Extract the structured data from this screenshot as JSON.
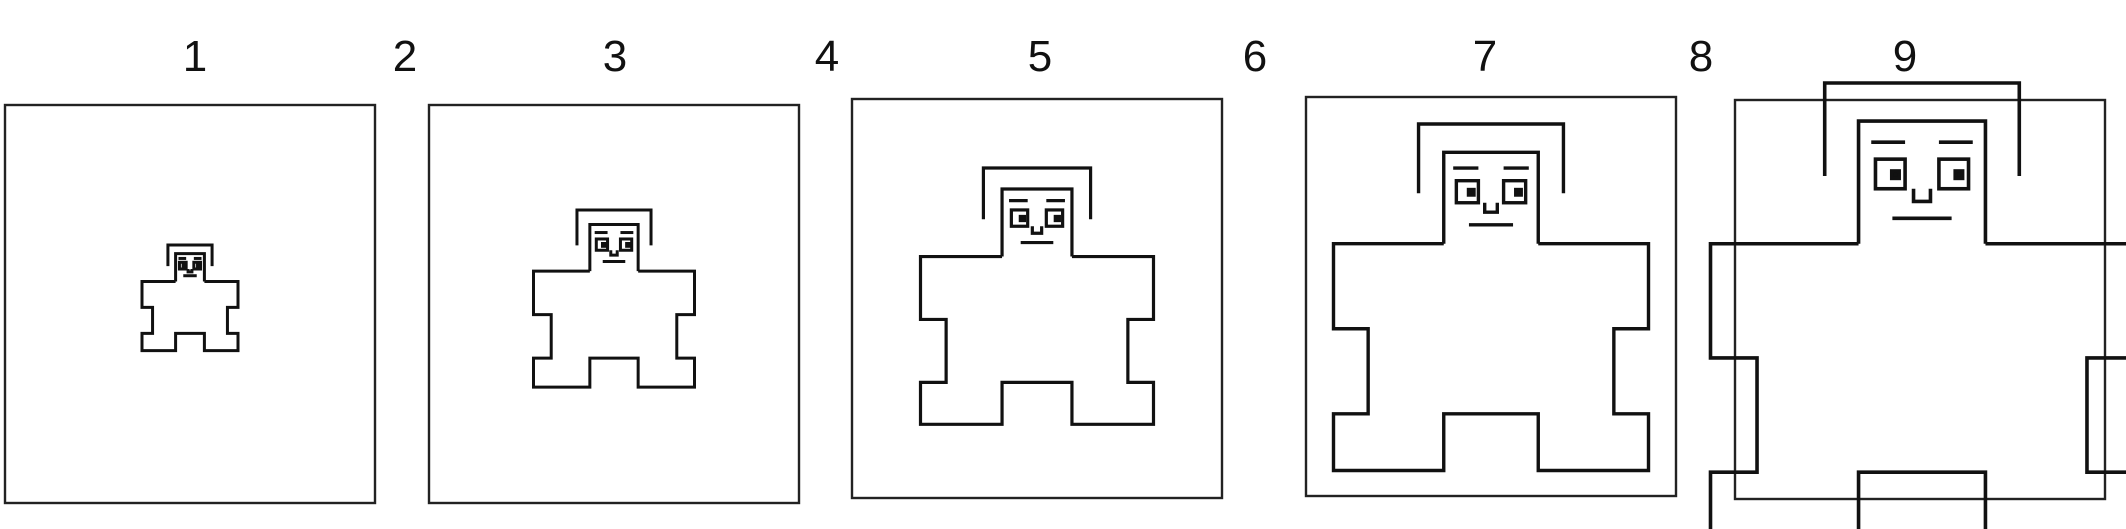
{
  "labels": [
    "1",
    "2",
    "3",
    "4",
    "5",
    "6",
    "7",
    "8",
    "9"
  ],
  "figure_parts": [
    "head-cap",
    "head",
    "left-eye",
    "right-eye",
    "left-brow",
    "right-brow",
    "nose",
    "mouth",
    "body"
  ]
}
